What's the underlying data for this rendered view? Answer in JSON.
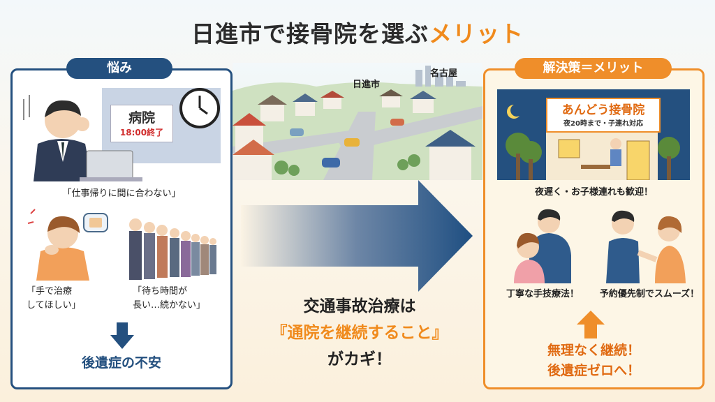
{
  "title": {
    "main": "日進市で接骨院を選ぶ",
    "accent": "メリット"
  },
  "left": {
    "tag": "悩み",
    "hospital_sign": "病院",
    "hospital_hours": "18:00終了",
    "quote_work": "「仕事帰りに間に合わない」",
    "quote_hands_1": "「手で治療",
    "quote_hands_2": "してほしい」",
    "quote_wait_1": "「待ち時間が",
    "quote_wait_2": "長い…続かない」",
    "anxiety": "後遺症の不安"
  },
  "center": {
    "label_nisshin": "日進市",
    "label_nagoya": "名古屋",
    "line1": "交通事故治療は",
    "line2": "『通院を継続すること』",
    "line3": "がカギ！"
  },
  "right": {
    "tag": "解決策＝メリット",
    "clinic_name": "あんどう接骨院",
    "clinic_hours": "夜20時まで・子連れ対応",
    "caption_night": "夜遅く・お子様連れも歓迎！",
    "caption_manual": "丁寧な手技療法！",
    "caption_reserve": "予約優先制でスムーズ！",
    "result_1": "無理なく継続！",
    "result_2": "後遺症ゼロへ！"
  },
  "colors": {
    "navy": "#24507f",
    "orange": "#ef8e2a",
    "accent": "#f08a1c"
  }
}
